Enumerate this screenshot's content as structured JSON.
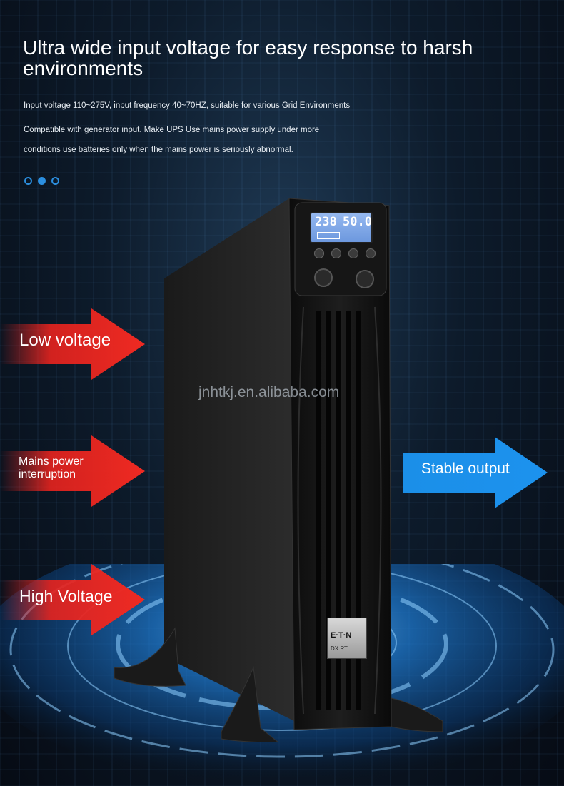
{
  "header": {
    "title": "Ultra wide input voltage for easy response to harsh environments",
    "lines": [
      "Input voltage 110~275V, input frequency 40~70HZ, suitable for various Grid Environments",
      "Compatible with generator input. Make UPS Use mains power supply under more",
      "conditions use batteries only when the mains power is seriously abnormal."
    ]
  },
  "carousel": {
    "count": 3,
    "active_index": 1
  },
  "arrows": {
    "low_voltage": "Low voltage",
    "mains_interruption_line1": "Mains power",
    "mains_interruption_line2": "interruption",
    "high_voltage": "High Voltage",
    "stable_output": "Stable output"
  },
  "ups": {
    "lcd_voltage": "238",
    "lcd_frequency": "50.0",
    "brand": "E·T·N",
    "model": "DX RT"
  },
  "watermark": "jnhtkj.en.alibaba.com",
  "colors": {
    "red_arrow": "#e8231e",
    "blue_arrow": "#1b8fe8",
    "accent_blue": "#2b8fe0",
    "lcd_background": "#7fa6e6"
  }
}
